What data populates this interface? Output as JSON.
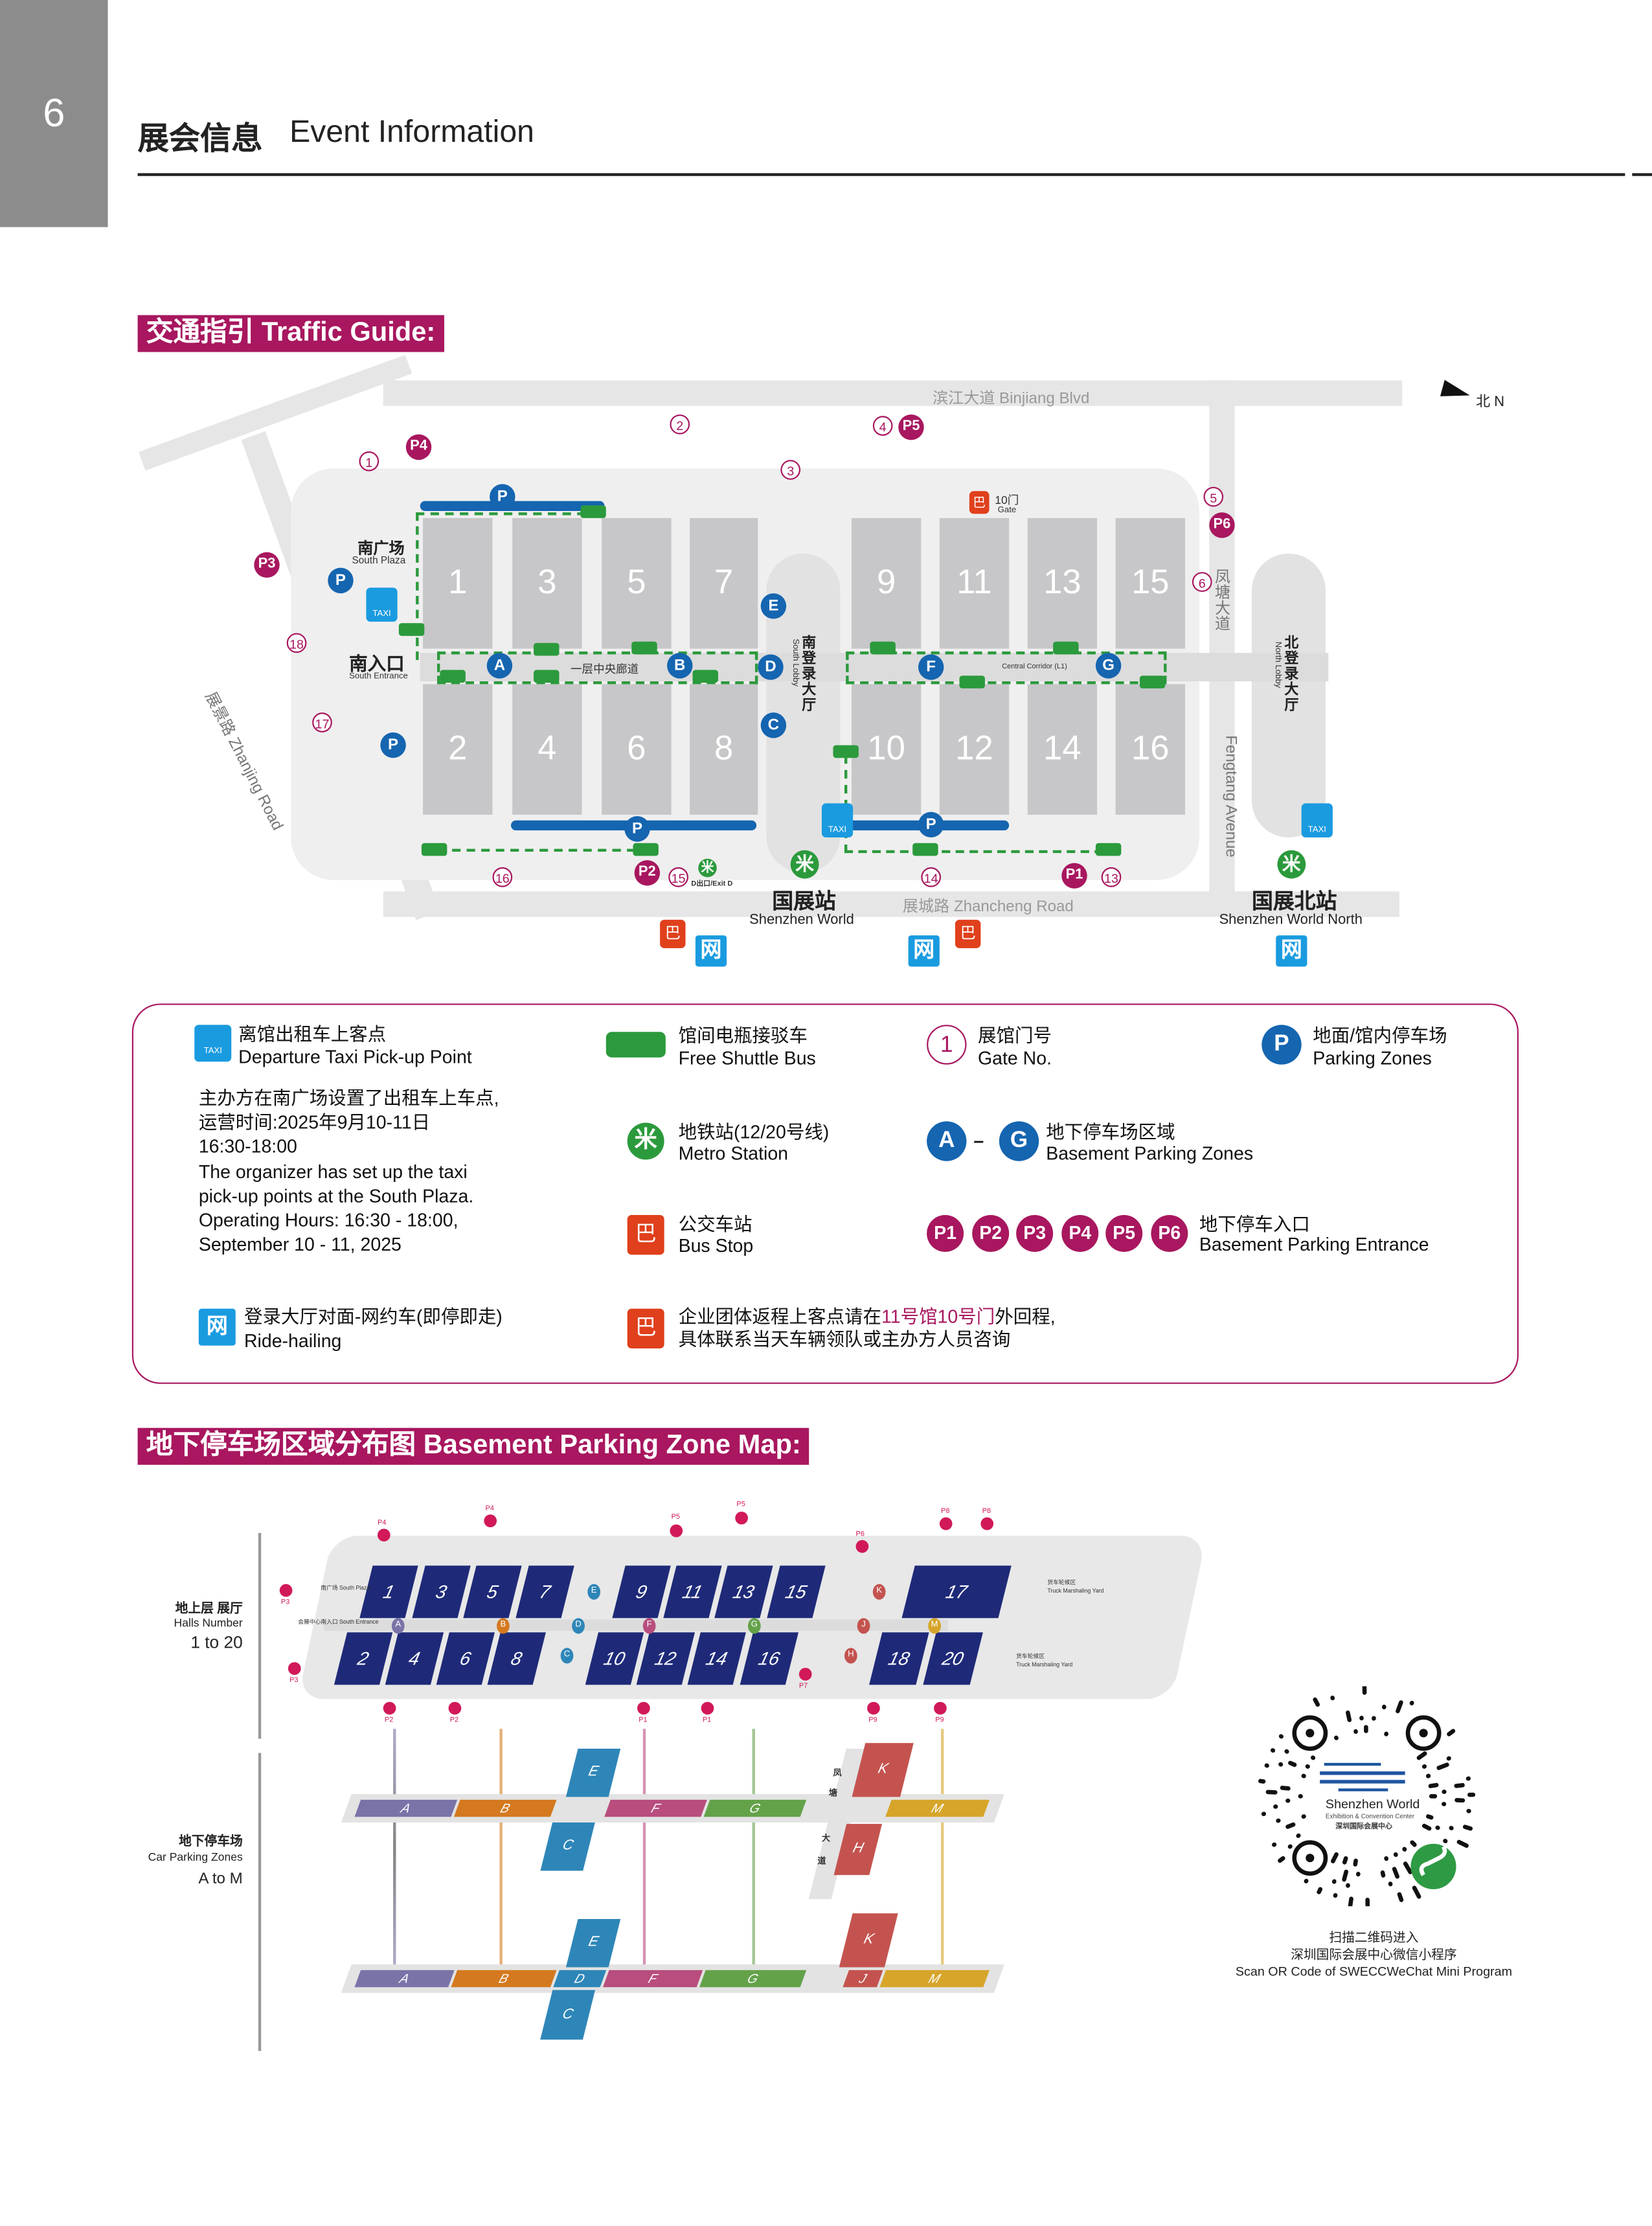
{
  "header": {
    "page_number": "6",
    "title_cn": "展会信息",
    "title_en": "Event Information"
  },
  "traffic": {
    "section_title": "交通指引 Traffic Guide:",
    "compass": "北 N",
    "roads": {
      "binjiang": "滨江大道 Binjiang Blvd",
      "zhanjing": "展景路 Zhanjing Road",
      "zhancheng": "展城路 Zhancheng Road",
      "fengtang_cn": "凤塘大道",
      "fengtang_en": "Fengtang Avenue"
    },
    "halls_top": [
      "1",
      "3",
      "5",
      "7",
      "9",
      "11",
      "13",
      "15"
    ],
    "halls_bottom": [
      "2",
      "4",
      "6",
      "8",
      "10",
      "12",
      "14",
      "16"
    ],
    "places": {
      "south_plaza_cn": "南广场",
      "south_plaza_en": "South Plaza",
      "south_entrance_cn": "南入口",
      "south_entrance_en": "South Entrance",
      "corridor_cn": "一层中央廊道",
      "corridor_en": "Central Corridor (L1)",
      "south_lobby_cn": "南登录大厅",
      "south_lobby_en": "South Lobby",
      "north_lobby_cn": "北登录大厅",
      "north_lobby_en": "North Lobby",
      "gate10_cn": "10门",
      "gate10_en": "Gate",
      "exit_d": "D出口/Exit D",
      "station1_cn": "国展站",
      "station1_en": "Shenzhen World",
      "station2_cn": "国展北站",
      "station2_en": "Shenzhen World North"
    },
    "gates": [
      "1",
      "2",
      "3",
      "4",
      "5",
      "6",
      "13",
      "14",
      "15",
      "16",
      "17",
      "18"
    ],
    "parking_entrances": [
      "P1",
      "P2",
      "P3",
      "P4",
      "P5",
      "P6"
    ],
    "zones": [
      "A",
      "B",
      "C",
      "D",
      "E",
      "F",
      "G"
    ],
    "parking_label": "P",
    "taxi_label": "TAXI",
    "ride_glyph": "网",
    "metro_glyph": "米",
    "bus_glyph": "巴"
  },
  "legend": {
    "taxi_cn": "离馆出租车上客点",
    "taxi_en": "Departure Taxi Pick-up Point",
    "shuttle_cn": "馆间电瓶接驳车",
    "shuttle_en": "Free Shuttle Bus",
    "gate_num": "1",
    "gate_cn": "展馆门号",
    "gate_en": "Gate No.",
    "parking_cn": "地面/馆内停车场",
    "parking_en": "Parking Zones",
    "note_lines": [
      "主办方在南广场设置了出租车上车点,",
      "运营时间:2025年9月10-11日",
      "16:30-18:00",
      "The organizer has set up the taxi",
      "pick-up points at the South Plaza.",
      "Operating Hours: 16:30 - 18:00,",
      "September 10 - 11, 2025"
    ],
    "metro_cn": "地铁站(12/20号线)",
    "metro_en": "Metro Station",
    "zone_from": "A",
    "zone_dash": "–",
    "zone_to": "G",
    "zone_cn": "地下停车场区域",
    "zone_en": "Basement Parking Zones",
    "bus_cn": "公交车站",
    "bus_en": "Bus Stop",
    "entrance_cn": "地下停车入口",
    "entrance_en": "Basement Parking Entrance",
    "ride_cn": "登录大厅对面-网约车(即停即走)",
    "ride_en": "Ride-hailing",
    "group_pre": "企业团体返程上客点请在",
    "group_hl": "11号馆10号门",
    "group_post": "外回程,",
    "group_line2": "具体联系当天车辆领队或主办方人员咨询"
  },
  "parking_map": {
    "section_title": "地下停车场区域分布图 Basement Parking Zone Map:",
    "halls_label_cn": "地上层 展厅",
    "halls_label_en": "Halls Number",
    "halls_range": "1 to 20",
    "zones_label_cn": "地下停车场",
    "zones_label_en": "Car Parking Zones",
    "zones_range": "A to M",
    "halls_top": [
      "1",
      "3",
      "5",
      "7",
      "9",
      "11",
      "13",
      "15",
      "17"
    ],
    "halls_bottom": [
      "2",
      "4",
      "6",
      "8",
      "10",
      "12",
      "14",
      "16",
      "18",
      "20"
    ],
    "level1_zones": [
      "A",
      "B",
      "F",
      "G",
      "M"
    ],
    "level1_vertical": [
      "E",
      "C",
      "K",
      "H"
    ],
    "level2_zones": [
      "A",
      "B",
      "D",
      "F",
      "G",
      "J",
      "M"
    ],
    "level2_vertical": [
      "E",
      "C",
      "K"
    ],
    "corridor_markers": [
      "A",
      "B",
      "D",
      "F",
      "G",
      "J",
      "M",
      "E",
      "C",
      "K",
      "H"
    ],
    "entrances": [
      "P4",
      "P4",
      "P5",
      "P5",
      "P6",
      "P8",
      "P8",
      "P3",
      "P3",
      "P2",
      "P2",
      "P1",
      "P1",
      "P7",
      "P9",
      "P9"
    ],
    "yard_cn": "货车轮候区",
    "yard_en": "Truck Marshaling Yard",
    "south_plaza": "南广场 South Plaza",
    "south_entrance": "会展中心南入口 South Entrance",
    "fengtang_chars": [
      "凤",
      "塘",
      "大",
      "道"
    ],
    "zone_colors": {
      "A": "#7a73a8",
      "B": "#d4791f",
      "C": "#2e86b8",
      "D": "#2e86b8",
      "E": "#2e86b8",
      "F": "#b84d7e",
      "G": "#64a24a",
      "H": "#c4534f",
      "J": "#c4534f",
      "K": "#c4534f",
      "M": "#d6a52a"
    }
  },
  "qr": {
    "logo_en": "Shenzhen World",
    "logo_sub": "Exhibition & Convention Center",
    "logo_cn": "深圳国际会展中心",
    "caption1": "扫描二维码进入",
    "caption2": "深圳国际会展中心微信小程序",
    "caption3": "Scan OR Code of SWECCWeChat Mini Program"
  },
  "colors": {
    "accent": "#a8175f",
    "parking_blue": "#1565b0",
    "taxi_blue": "#1a9be0",
    "metro_green": "#2b9a3c",
    "bus_red": "#e0401c",
    "hall_navy": "#1e2a78"
  }
}
